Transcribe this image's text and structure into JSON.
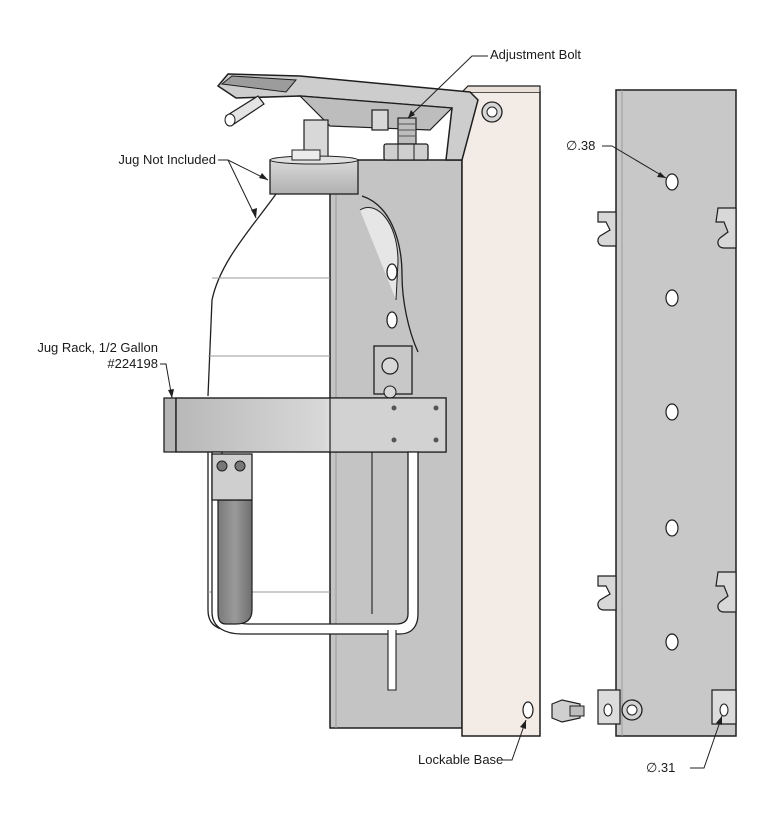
{
  "labels": {
    "adjustment_bolt": "Adjustment Bolt",
    "jug_not_included": "Jug Not Included",
    "jug_rack_line1": "Jug Rack, 1/2 Gallon",
    "jug_rack_line2": "#224198",
    "lockable_base": "Lockable Base",
    "dia_38": "∅.38",
    "dia_31": "∅.31"
  },
  "colors": {
    "metal": "#c9c9c9",
    "metal_dark": "#8e8e8e",
    "metal_light": "#e2e2e2",
    "back_plate": "#f3ebe6",
    "outline": "#1f1f1f"
  }
}
